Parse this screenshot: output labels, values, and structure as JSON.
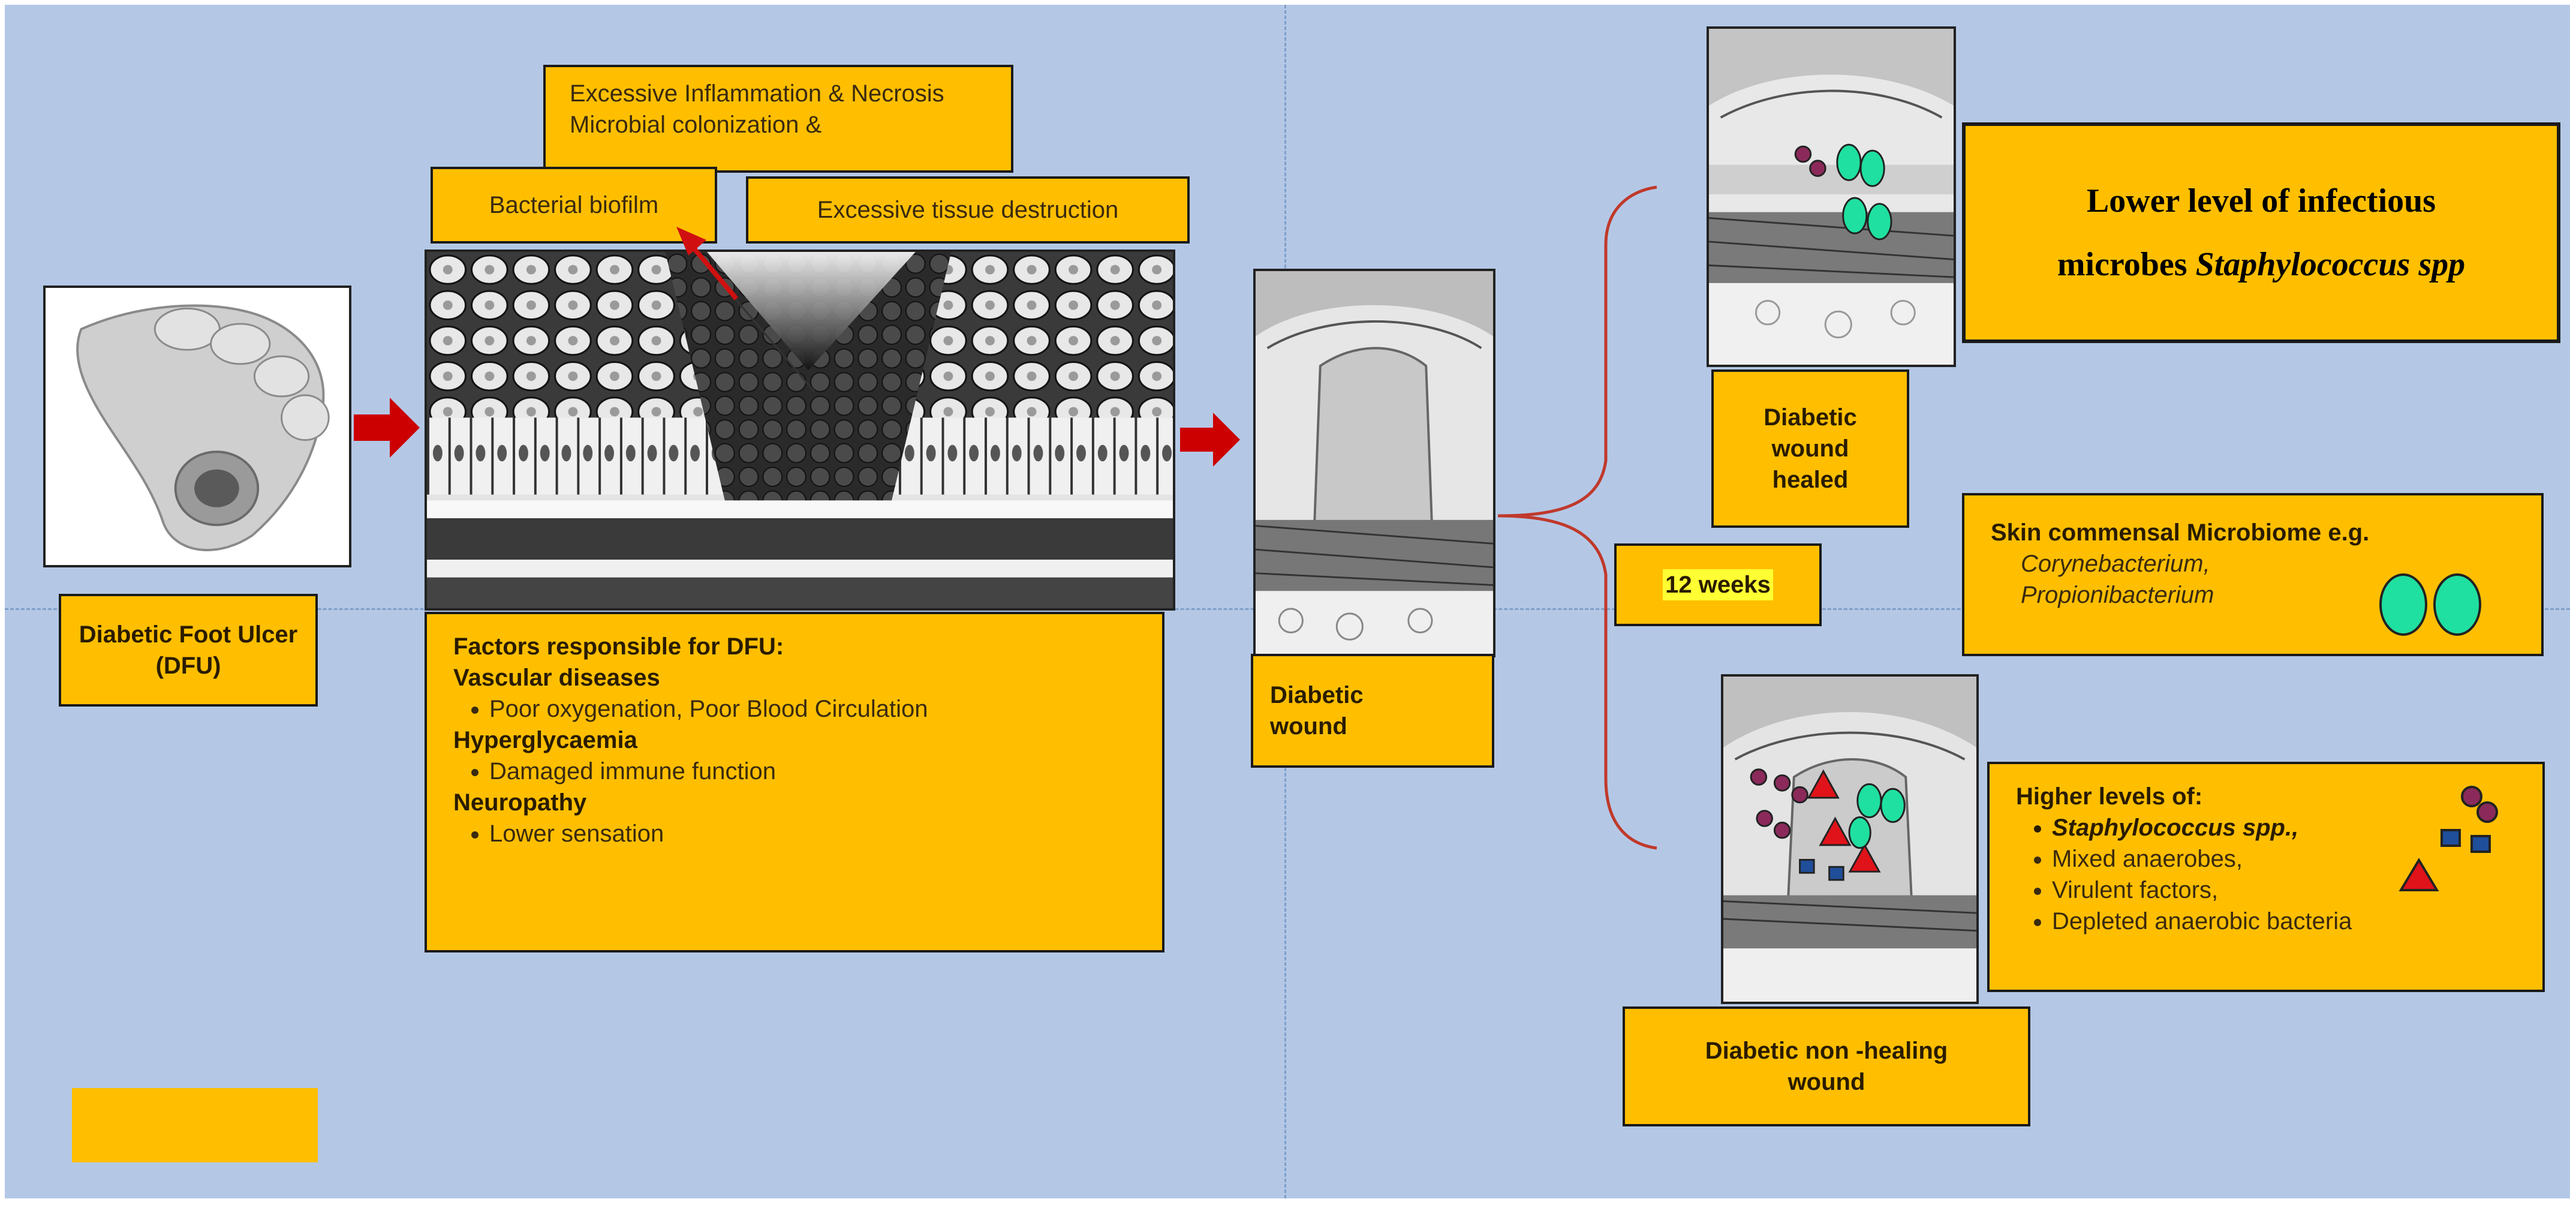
{
  "dfu_label": "Diabetic Foot Ulcer (DFU)",
  "top_box": {
    "line1": "Excessive Inflammation & Necrosis",
    "line2": "Microbial colonization &"
  },
  "biofilm_label": "Bacterial biofilm",
  "tissue_label": "Excessive tissue destruction",
  "factors": {
    "title": "Factors responsible for DFU:",
    "groups": [
      {
        "heading": "Vascular diseases",
        "item": "Poor oxygenation, Poor Blood Circulation"
      },
      {
        "heading": "Hyperglycaemia",
        "item": "Damaged immune function"
      },
      {
        "heading": "Neuropathy",
        "item": "Lower sensation"
      }
    ]
  },
  "wound_label": "Diabetic wound",
  "time_label": "12 weeks",
  "healed_label": "Diabetic wound healed",
  "lower_level": {
    "text": "Lower level of infectious microbes",
    "italic": "Staphylococcus spp"
  },
  "commensal": {
    "title": "Skin commensal Microbiome e.g.",
    "items": [
      "Corynebacterium,",
      "Propionibacterium"
    ]
  },
  "higher": {
    "title": "Higher levels of:",
    "items": [
      "Staphylococcus spp.,",
      "Mixed anaerobes,",
      "Virulent factors,",
      "Depleted anaerobic bacteria"
    ]
  },
  "nonhealing_label": "Diabetic non -healing wound",
  "colors": {
    "background": "#b4c8e6",
    "box": "#ffbf00",
    "arrow": "#cc0000",
    "bracket": "#c0392b",
    "commensal": "#1fe0a0",
    "pathogen_circle": "#8b2a5a",
    "pathogen_triangle": "#e0131a",
    "pathogen_square": "#1f4e9a"
  }
}
